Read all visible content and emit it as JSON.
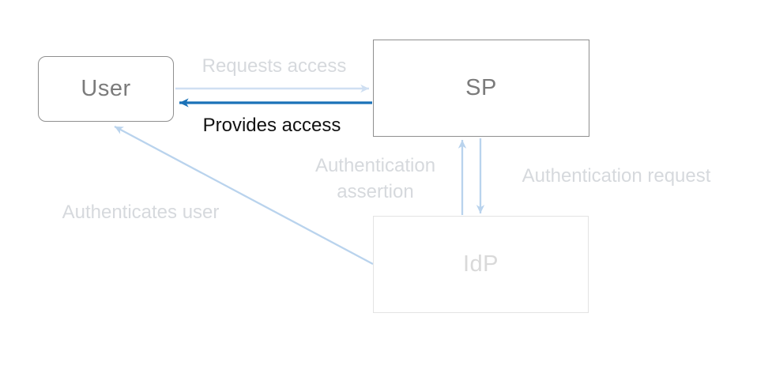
{
  "diagram": {
    "type": "flow-diagram",
    "title": "SAML SP-initiated authentication flow (step highlighted: Provides access)",
    "nodes": [
      {
        "id": "user",
        "label": "User",
        "state": "normal"
      },
      {
        "id": "sp",
        "label": "SP",
        "state": "normal"
      },
      {
        "id": "idp",
        "label": "IdP",
        "state": "dimmed"
      }
    ],
    "edges": [
      {
        "id": "requests-access",
        "label": "Requests access",
        "from": "user",
        "to": "sp",
        "state": "dimmed"
      },
      {
        "id": "provides-access",
        "label": "Provides access",
        "from": "sp",
        "to": "user",
        "state": "active"
      },
      {
        "id": "authentication-assertion",
        "label": "Authentication assertion",
        "from": "idp",
        "to": "sp",
        "state": "dimmed"
      },
      {
        "id": "authentication-request",
        "label": "Authentication request",
        "from": "sp",
        "to": "idp",
        "state": "dimmed"
      },
      {
        "id": "authenticates-user",
        "label": "Authenticates user",
        "from": "idp",
        "to": "user",
        "state": "dimmed"
      }
    ],
    "colors": {
      "active_arrow": "#1b72b8",
      "dimmed_arrow": "#b9d3ed",
      "dimmed_arrow_light": "#cfdff2",
      "node_border": "#8f8f8f",
      "node_text": "#7b7b7b",
      "dimmed_node_border": "#e3e3e3",
      "dimmed_node_text": "#d9d9d9",
      "dimmed_label_text": "#d6d9dd",
      "active_label_text": "#111111",
      "background": "#ffffff"
    }
  }
}
